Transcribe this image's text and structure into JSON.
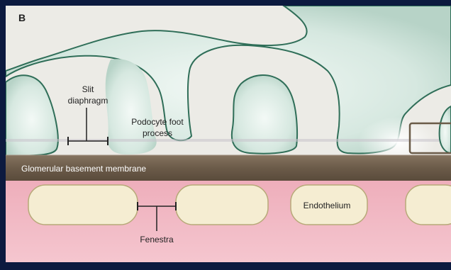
{
  "panel_label": "B",
  "labels": {
    "slit_line1": "Slit",
    "slit_line2": "diaphragm",
    "podocyte_line1": "Podocyte foot",
    "podocyte_line2": "process",
    "gbm": "Glomerular basement membrane",
    "endothelium": "Endothelium",
    "fenestra": "Fenestra"
  },
  "colors": {
    "background_frame": "#0c1a3f",
    "podocyte_fill": "#e6f1ec",
    "podocyte_outline": "#2f6e58",
    "urinary_space": "#edebe5",
    "gbm_band": "#6e5e4c",
    "gbm_text": "#ffffff",
    "blood_space": "#f1b9c3",
    "endothelial_cell": "#f5edd2",
    "endothelial_outline": "#b7a978",
    "annotation_line": "#222222"
  }
}
